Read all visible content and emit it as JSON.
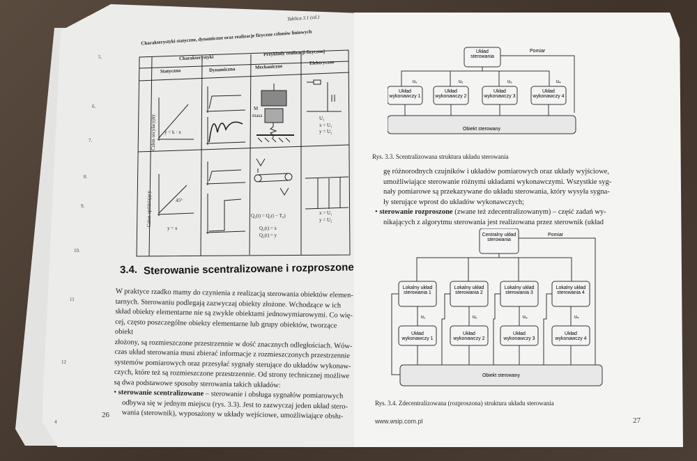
{
  "left_page": {
    "table_caption": "Tablica 3.1 (cd.)",
    "table_title": "Charakterystyki statyczne, dynamiczne oraz realizacje fizyczne członów liniowych",
    "headers": {
      "characteristics": "Charakterystyki",
      "physical": "Przykłady realizacji fizycznej",
      "static": "Statyczna",
      "dynamic": "Dynamiczna",
      "mechanical": "Mechaniczne",
      "electrical": "Elektryczne"
    },
    "row_labels": [
      "Człon oscylacyjny",
      "Człon opóźniający"
    ],
    "formulas": {
      "row1_static": "y = k · x",
      "row1_mech_m": "M",
      "row1_mech_masa": "masa",
      "row1_elec": [
        "U₁",
        "x = U₁",
        "y = U₂"
      ],
      "row2_static": "y = x",
      "row2_angle": "45°",
      "row2_mech": [
        "Q₂(t) = Q₁(t − T₀)",
        "Q₁(t) = x",
        "Q₂(t) = y"
      ],
      "row2_elec": [
        "x = U₁",
        "y = U₂"
      ]
    },
    "section_number": "3.4.",
    "section_title": "Sterowanie scentralizowane i rozproszone",
    "paragraph": [
      "W praktyce rzadko mamy do czynienia z realizacją sterowania obiektów elemen-",
      "tarnych. Sterowaniu podlegają zazwyczaj obiekty złożone. Wchodzące w ich",
      "skład obiekty elementarne nie są zwykle obiektami jednowymiarowymi. Co wię-",
      "cej, często poszczególne obiekty elementarne lub grupy obiektów, tworzące obiekt",
      "złożony, są rozmieszczone przestrzennie w dość znacznych odległościach. Wów-",
      "czas układ sterowania musi zbierać informacje z rozmieszczonych przestrzennie",
      "systemów pomiarowych oraz przesyłać sygnały sterujące do układów wykonaw-",
      "czych, które też są rozmieszczone przestrzennie. Od strony technicznej możliwe",
      "są dwa podstawowe sposoby sterowania takich układów:"
    ],
    "bullet_bold": "sterowanie scentralizowane",
    "bullet_lines": [
      " – sterowanie i obsługa sygnałów pomiarowych",
      "odbywa się w jednym miejscu (rys. 3.3). Jest to zazwyczaj jeden układ stero-",
      "wania (sterownik), wyposażony w układy wejściowe, umożliwiające obsłu-"
    ],
    "page_number": "26",
    "margin_numbers": [
      "5.",
      "6.",
      "7.",
      "8.",
      "9.",
      "10.",
      "11",
      "12",
      "4"
    ]
  },
  "right_page": {
    "fig1": {
      "controller": "Układ sterowania",
      "measurement": "Pomiar",
      "signals": [
        "u₁",
        "u₂",
        "u₃",
        "u₄"
      ],
      "actuators": [
        "Układ wykonawczy 1",
        "Układ wykonawczy 2",
        "Układ wykonawczy 3",
        "Układ wykonawczy 4"
      ],
      "object": "Obiekt sterowany",
      "caption": "Rys. 3.3. Scentralizowana struktura układu sterowania"
    },
    "text_lines": [
      "gę różnorodnych czujników i układów pomiarowych oraz układy wyjściowe,",
      "umożliwiające sterowanie różnymi układami wykonawczymi. Wszystkie syg-",
      "nały pomiarowe są przekazywane do układu sterowania, który wysyła sygna-",
      "ły sterujące wprost do układów wykonawczych;"
    ],
    "bullet2_bold": "sterowanie rozproszone",
    "bullet2_lines": [
      " (zwane też zdecentralizowanym) – część zadań wy-",
      "nikających z algorytmu sterowania jest realizowana przez sterownik (układ"
    ],
    "fig2": {
      "central": "Centralny układ sterowania",
      "measurement": "Pomiar",
      "local": [
        "Lokalny układ sterowania 1",
        "Lokalny układ sterowania 2",
        "Lokalny układ sterowania 3",
        "Lokalny układ sterowania 4"
      ],
      "signals": [
        "u₁",
        "u₂",
        "u₃",
        "u₄"
      ],
      "actuators": [
        "Układ wykonawczy 1",
        "Układ wykonawczy 2",
        "Układ wykonawczy 3",
        "Układ wykonawczy 4"
      ],
      "object": "Obiekt sterowany",
      "caption": "Rys. 3.4. Zdecentralizowana (rozproszona) struktura układu sterowania"
    },
    "footer_url": "www.wsip.com.pl",
    "page_number": "27"
  }
}
